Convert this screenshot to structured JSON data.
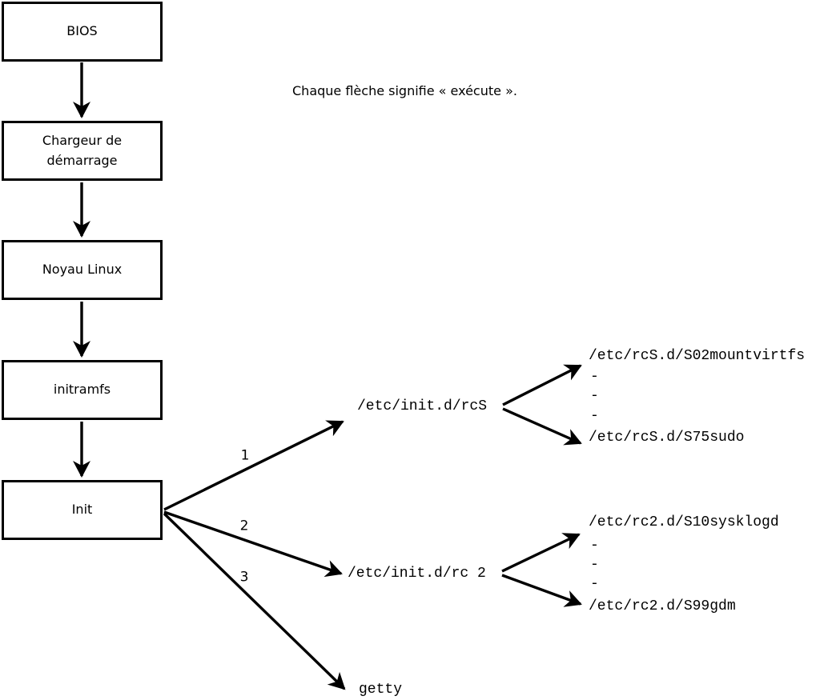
{
  "diagram": {
    "caption": "Chaque flèche signifie « exécute ».",
    "colors": {
      "ink": "#000000",
      "background": "#ffffff"
    }
  },
  "chain": {
    "boxes": [
      {
        "id": "bios",
        "label": "BIOS"
      },
      {
        "id": "bootloader",
        "label": "Chargeur de\ndémarrage"
      },
      {
        "id": "kernel",
        "label": "Noyau Linux"
      },
      {
        "id": "initramfs",
        "label": "initramfs"
      },
      {
        "id": "init",
        "label": "Init"
      }
    ]
  },
  "branches": [
    {
      "order": "1",
      "target": "/etc/init.d/rcS",
      "children": [
        "/etc/rcS.d/S02mountvirtfs",
        "-",
        "-",
        "-",
        "/etc/rcS.d/S75sudo"
      ]
    },
    {
      "order": "2",
      "target": "/etc/init.d/rc 2",
      "children": [
        "/etc/rc2.d/S10sysklogd",
        "-",
        "-",
        "-",
        "/etc/rc2.d/S99gdm"
      ]
    },
    {
      "order": "3",
      "target": "getty",
      "children": []
    }
  ]
}
